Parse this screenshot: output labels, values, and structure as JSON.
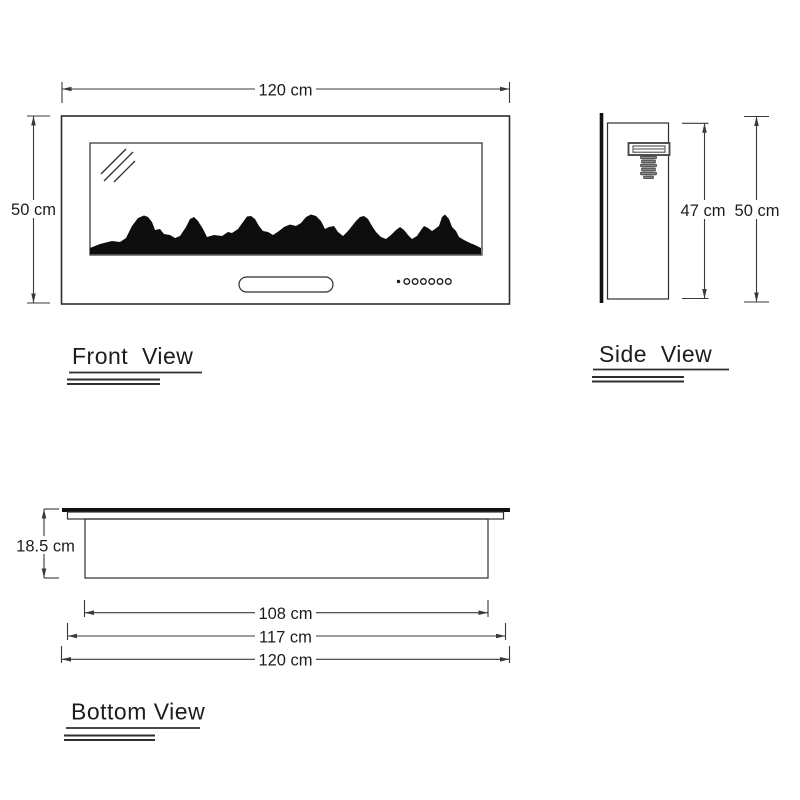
{
  "drawing": {
    "front_view": {
      "label": "Front  View",
      "width_dim": "120 cm",
      "height_dim": "50 cm"
    },
    "side_view": {
      "label": "Side  View",
      "body_height_dim": "47 cm",
      "overall_height_dim": "50 cm"
    },
    "bottom_view": {
      "label": "Bottom View",
      "depth_dim": "18.5 cm",
      "inner_width_dim": "108 cm",
      "middle_width_dim": "117 cm",
      "outer_width_dim": "120 cm"
    },
    "colors": {
      "line": "#2e2e2e",
      "silhouette": "#0d0d0d",
      "background": "#ffffff"
    }
  }
}
